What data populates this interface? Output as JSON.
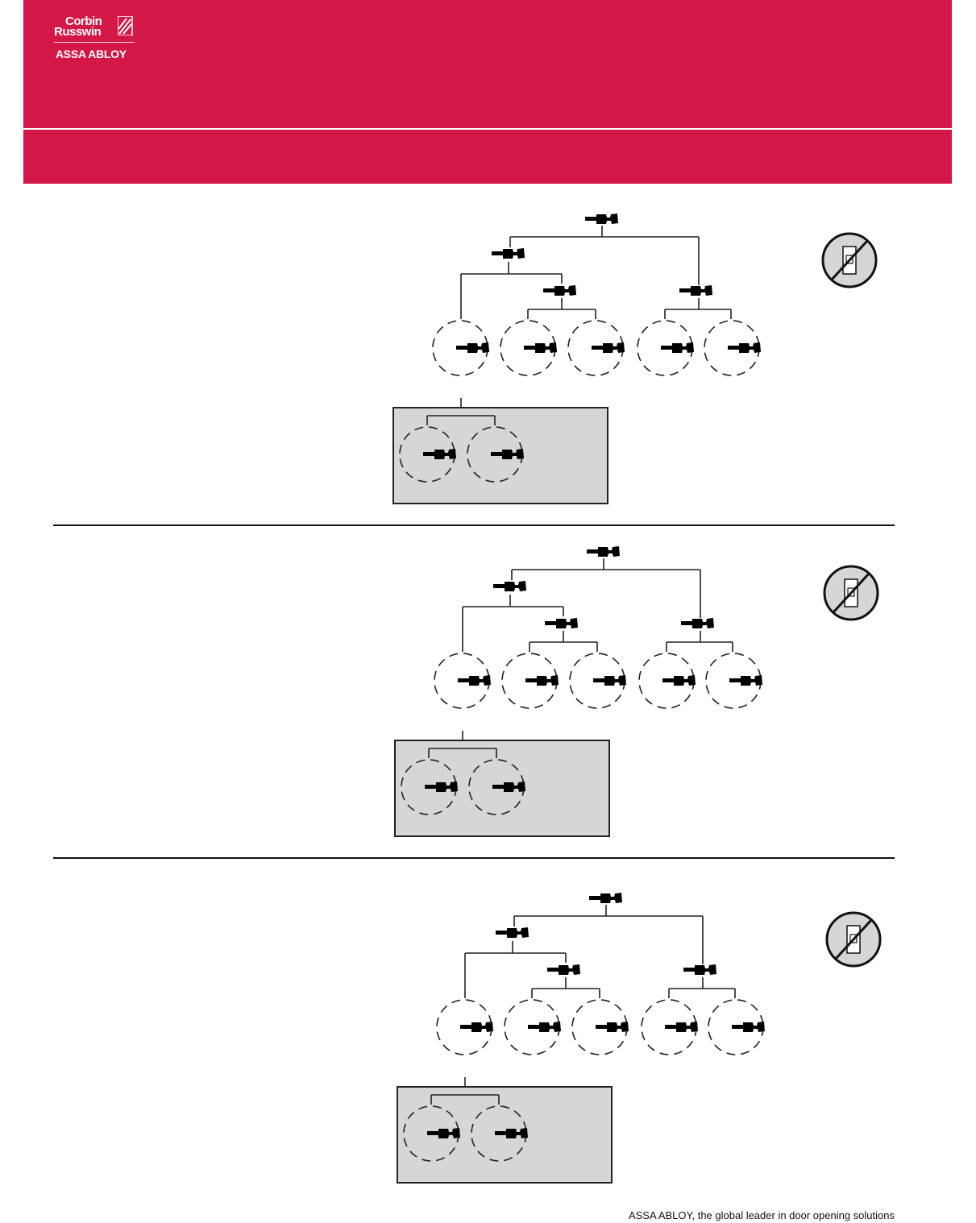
{
  "brand": {
    "logo_line1": "Corbin",
    "logo_line2": "Russwin",
    "logo_parent": "ASSA ABLOY",
    "banner_color": "#d31746"
  },
  "diagrams": [
    {
      "id": "diagram-1",
      "icon": "no-cylinder-icon"
    },
    {
      "id": "diagram-2",
      "icon": "no-cylinder-icon"
    },
    {
      "id": "diagram-3",
      "icon": "no-cylinder-icon"
    }
  ],
  "footer": {
    "tagline": "ASSA ABLOY, the global leader in door opening solutions"
  }
}
